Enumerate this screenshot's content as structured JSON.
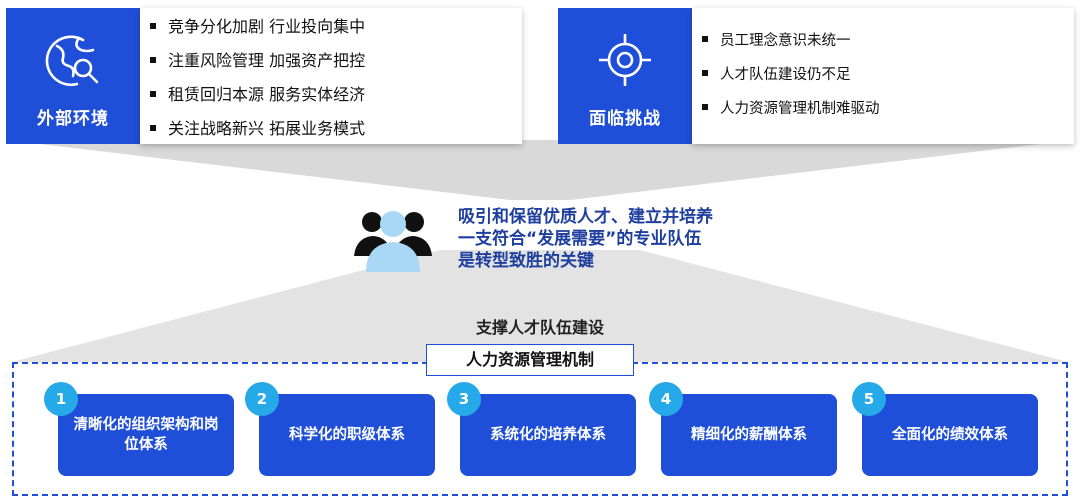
{
  "external": {
    "label": "外部环境",
    "items": [
      "竞争分化加剧 行业投向集中",
      "注重风险管理 加强资产把控",
      "租赁回归本源 服务实体经济",
      "关注战略新兴 拓展业务模式"
    ]
  },
  "challenges": {
    "label": "面临挑战",
    "items": [
      "员工理念意识未统一",
      "人才队伍建设仍不足",
      "人力资源管理机制难驱动"
    ]
  },
  "core": {
    "lines": [
      "吸引和保留优质人才、建立并培养",
      "一支符合“发展需要”的专业队伍",
      "是转型致胜的关键"
    ]
  },
  "support_label": "支撑人才队伍建设",
  "mechanism": {
    "title": "人力资源管理机制",
    "cards": [
      {
        "num": "1",
        "text": "清晰化的组织架构和岗位体系"
      },
      {
        "num": "2",
        "text": "科学化的职级体系"
      },
      {
        "num": "3",
        "text": "系统化的培养体系"
      },
      {
        "num": "4",
        "text": "精细化的薪酬体系"
      },
      {
        "num": "5",
        "text": "全面化的绩效体系"
      }
    ]
  },
  "colors": {
    "primary": "#1f4fd8",
    "accent": "#25a9e8",
    "funnel": "#d9d9d9",
    "people": "#a8d8f5",
    "text_dark_blue": "#1f3f9e"
  }
}
